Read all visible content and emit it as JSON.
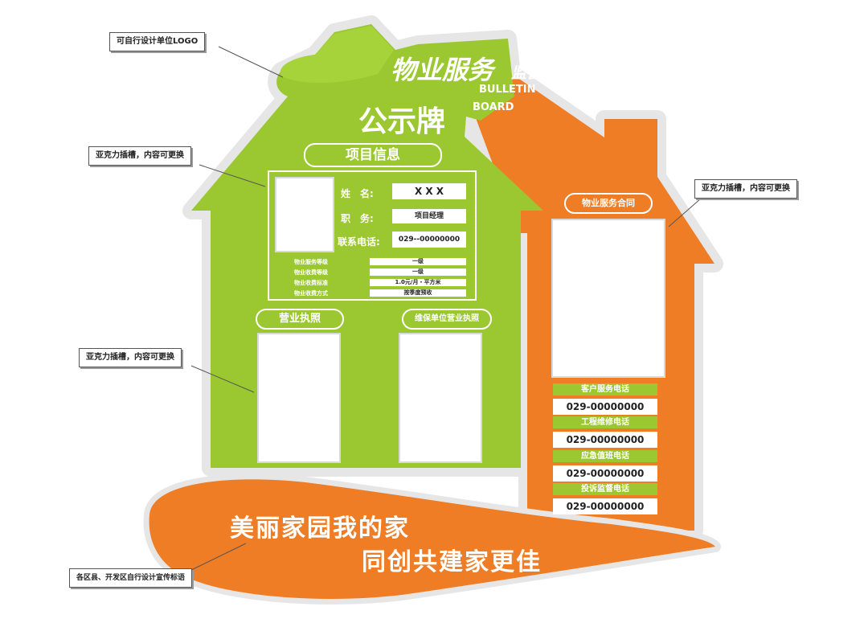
{
  "annotations": {
    "logo_note": "可自行设计单位LOGO",
    "acrylic_note_1": "亚克力插槽，内容可更换",
    "acrylic_note_2": "亚克力插槽，内容可更换",
    "acrylic_note_3": "亚克力插槽，内容可更换",
    "slogan_note": "各区县、开发区自行设计宣传标语"
  },
  "header": {
    "title_main": "物业服务",
    "title_sub": "监督",
    "english_line1": "BULLETIN",
    "english_line2": "BOARD",
    "title_board": "公示牌"
  },
  "project_info": {
    "heading": "项目信息",
    "name_label": "姓　名:",
    "name_value": "X X X",
    "role_label": "职　务:",
    "role_value": "项目经理",
    "phone_label": "联系电话:",
    "phone_value": "029--00000000",
    "details": [
      {
        "label": "物业服务等级",
        "value": "一级"
      },
      {
        "label": "物业收费等级",
        "value": "一级"
      },
      {
        "label": "物业收费标准",
        "value": "1.0元/月・平方米"
      },
      {
        "label": "物业收费方式",
        "value": "按季度预收"
      }
    ]
  },
  "licenses": {
    "business_license": "营业执照",
    "maintenance_license": "维保单位营业执照"
  },
  "contract": {
    "heading": "物业服务合同",
    "phones": [
      {
        "label": "客户服务电话",
        "number": "029-00000000"
      },
      {
        "label": "工程维修电话",
        "number": "029-00000000"
      },
      {
        "label": "应急值班电话",
        "number": "029-00000000"
      },
      {
        "label": "投诉监督电话",
        "number": "029-00000000"
      }
    ]
  },
  "slogan": {
    "line1": "美丽家园我的家",
    "line2": "同创共建家更佳"
  },
  "colors": {
    "green": "#9bc830",
    "orange": "#ee7d26",
    "white": "#ffffff"
  }
}
